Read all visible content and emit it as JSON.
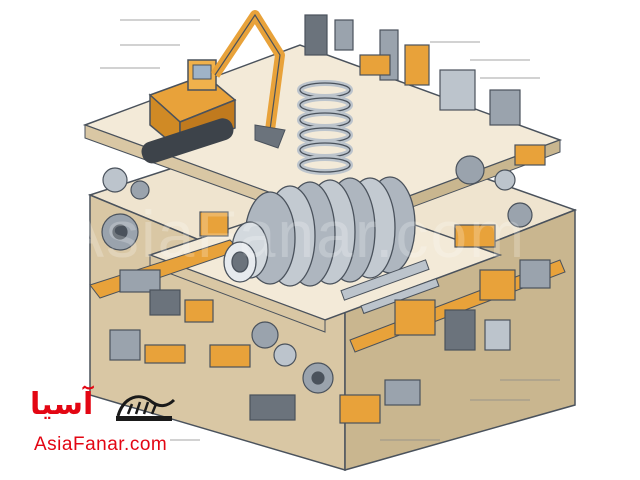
{
  "brand": {
    "script_text": "آسیا",
    "url_text": "AsiaFanar.com",
    "watermark_text": "AsiaFanar.com",
    "logo_icon": "hand-spring-logo-icon"
  },
  "colors": {
    "accent_red": "#e30613",
    "machine_orange": "#e8a23a",
    "steel": "#9aa3ad",
    "steel_dark": "#4a525c",
    "panel_beige": "#efe4cf"
  }
}
